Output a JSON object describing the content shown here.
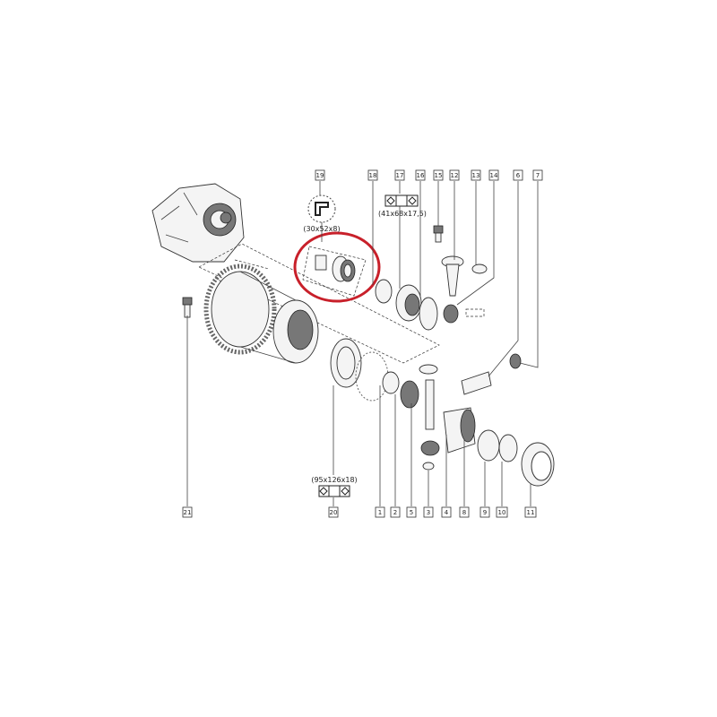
{
  "diagram": {
    "top_labels": [
      "19",
      "18",
      "17",
      "16",
      "15",
      "12",
      "13",
      "14",
      "6",
      "7"
    ],
    "bottom_labels": [
      "21",
      "20",
      "1",
      "2",
      "5",
      "3",
      "4",
      "8",
      "9",
      "10",
      "11"
    ],
    "dimensions": {
      "seal_19": "(30x52x8)",
      "bearing_17": "(41x68x17,5)",
      "bearing_20": "(95x126x18)"
    },
    "highlight_color": "#c8202a"
  }
}
